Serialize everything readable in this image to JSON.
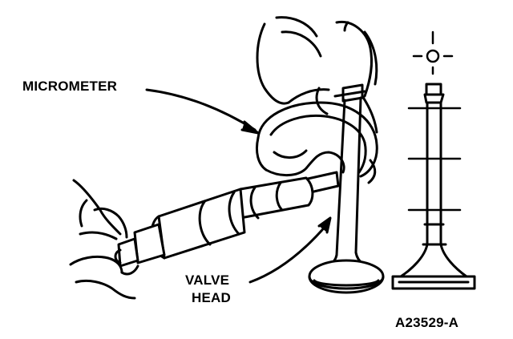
{
  "labels": {
    "micrometer": "MICROMETER",
    "valve_head_line1": "VALVE",
    "valve_head_line2": "HEAD",
    "figure_code": "A23529-A"
  },
  "colors": {
    "ink": "#000000",
    "paper": "#ffffff"
  }
}
